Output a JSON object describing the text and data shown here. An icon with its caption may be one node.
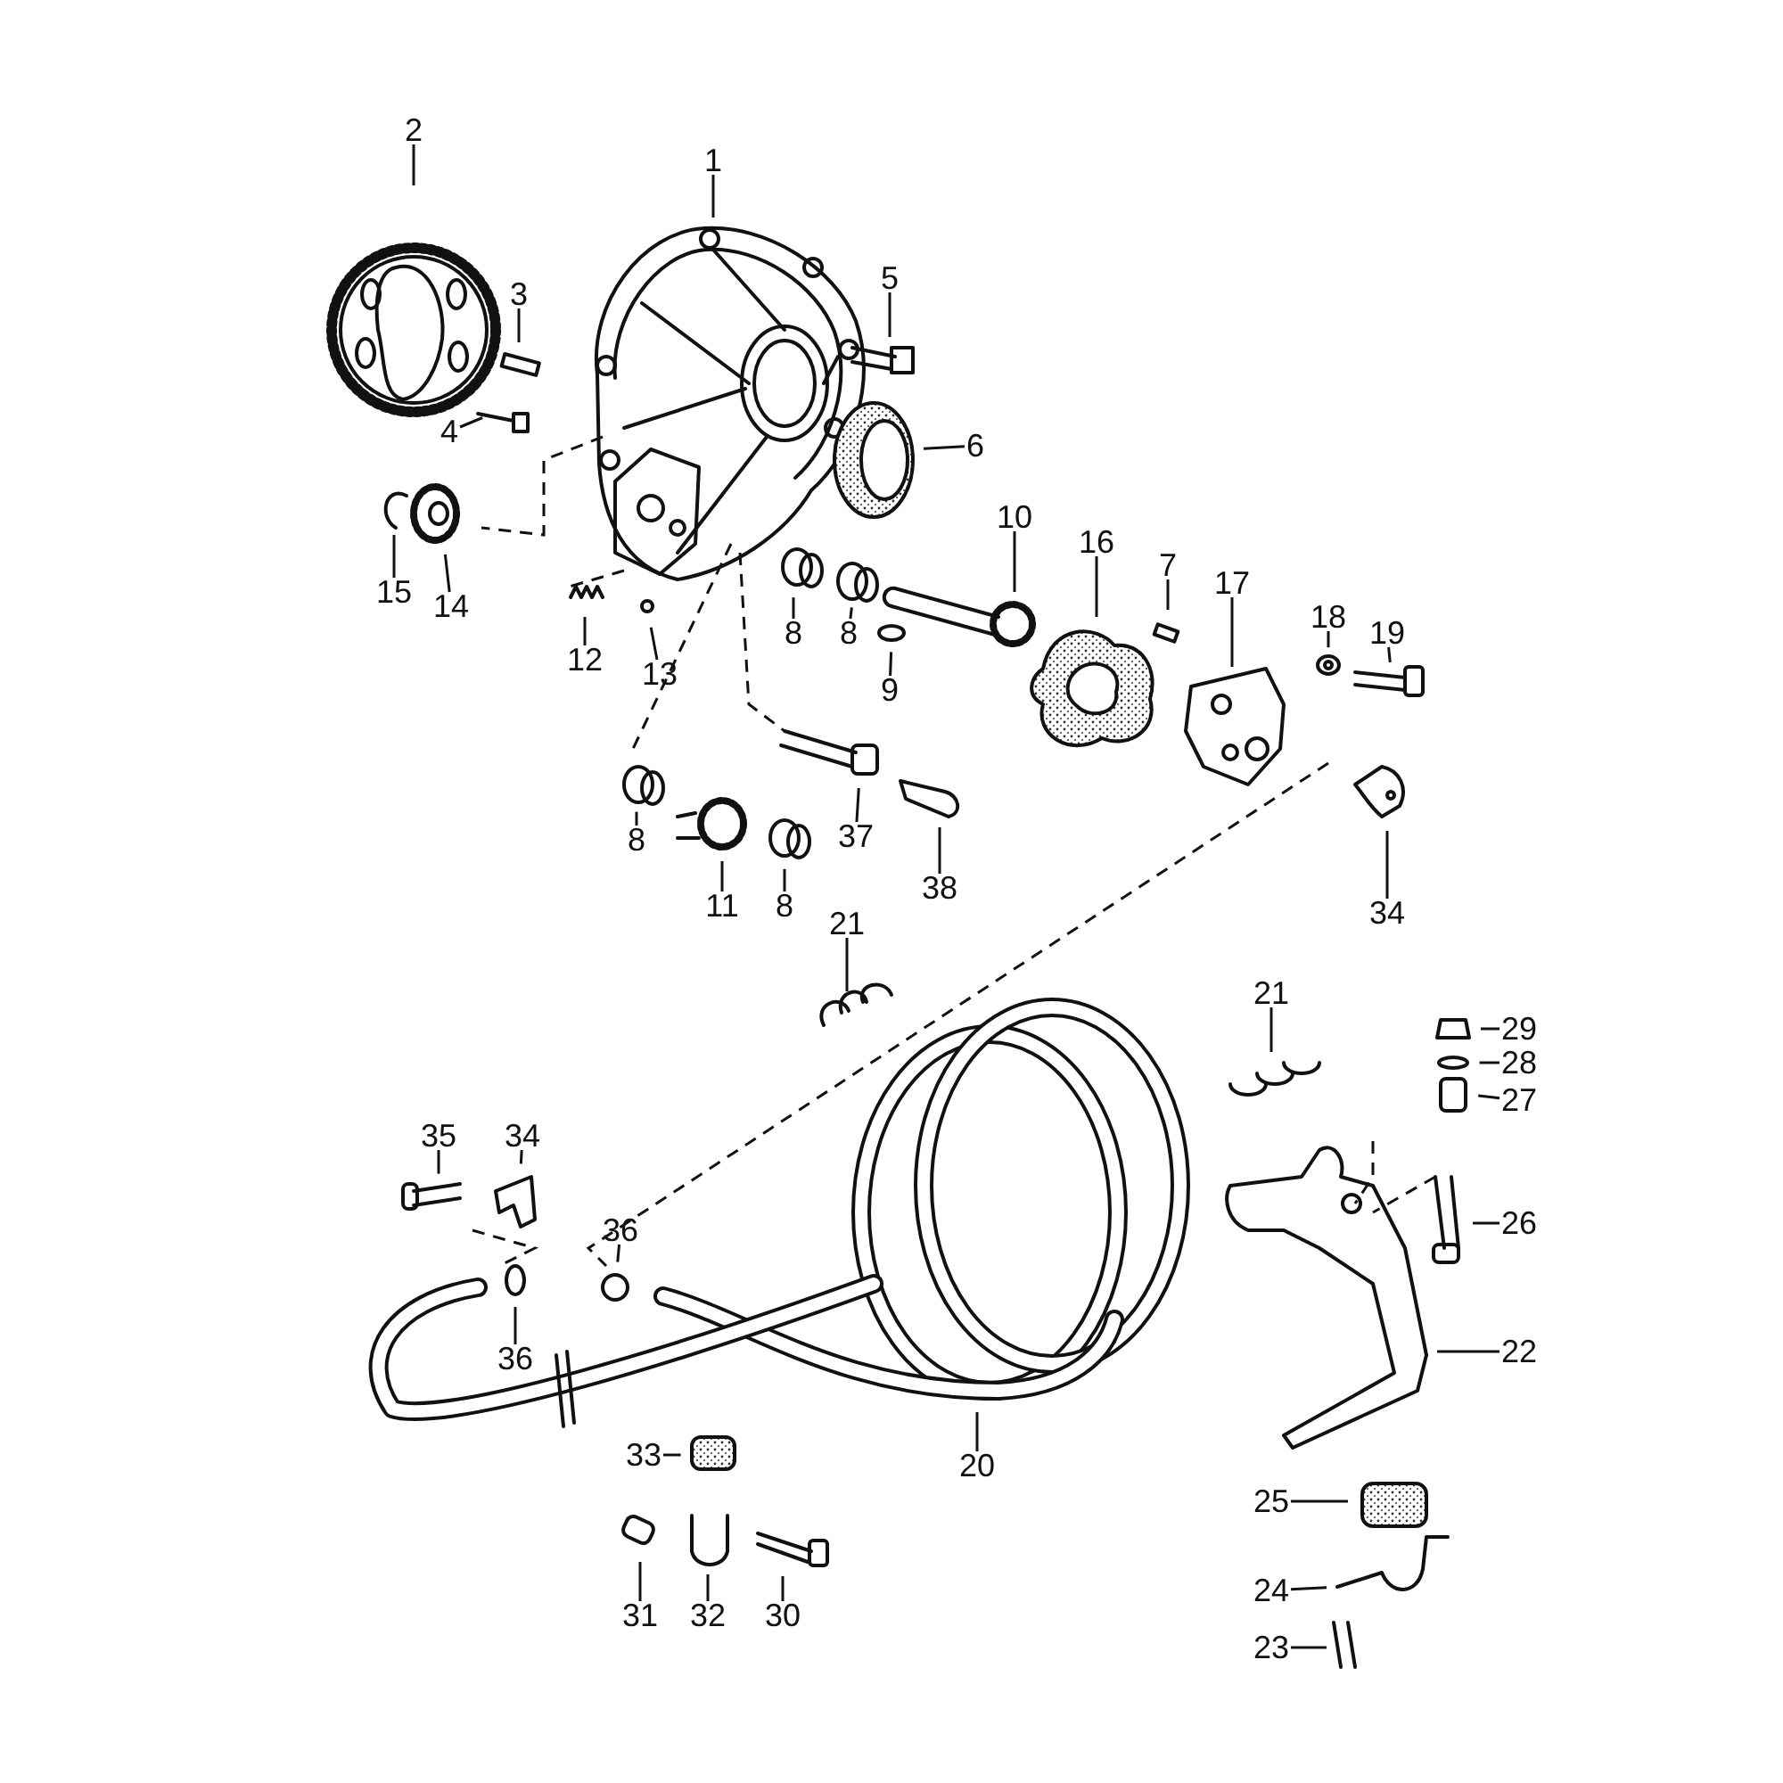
{
  "diagram": {
    "nodes": [
      {
        "text": [
          "2"
        ]
      },
      {
        "text": [
          "1"
        ]
      },
      {
        "text": [
          "5"
        ]
      },
      {
        "text": [
          "3"
        ]
      },
      {
        "text": [
          "4"
        ]
      },
      {
        "text": [
          "6"
        ]
      },
      {
        "text": [
          "10"
        ]
      },
      {
        "text": [
          "16"
        ]
      },
      {
        "text": [
          "7"
        ]
      },
      {
        "text": [
          "17"
        ]
      },
      {
        "text": [
          "18"
        ]
      },
      {
        "text": [
          "19"
        ]
      },
      {
        "text": [
          "15"
        ]
      },
      {
        "text": [
          "14"
        ]
      },
      {
        "text": [
          "12"
        ]
      },
      {
        "text": [
          "13"
        ]
      },
      {
        "text": [
          "8"
        ]
      },
      {
        "text": [
          "8"
        ]
      },
      {
        "text": [
          "9"
        ]
      },
      {
        "text": [
          "8"
        ]
      },
      {
        "text": [
          "37"
        ]
      },
      {
        "text": [
          "11"
        ]
      },
      {
        "text": [
          "8"
        ]
      },
      {
        "text": [
          "38"
        ]
      },
      {
        "text": [
          "34"
        ]
      },
      {
        "text": [
          "21"
        ]
      },
      {
        "text": [
          "21"
        ]
      },
      {
        "text": [
          "29"
        ]
      },
      {
        "text": [
          "28"
        ]
      },
      {
        "text": [
          "27"
        ]
      },
      {
        "text": [
          "35"
        ]
      },
      {
        "text": [
          "34"
        ]
      },
      {
        "text": [
          "26"
        ]
      },
      {
        "text": [
          "36"
        ]
      },
      {
        "text": [
          "36"
        ]
      },
      {
        "text": [
          "22"
        ]
      },
      {
        "text": [
          "20"
        ]
      },
      {
        "text": [
          "33"
        ]
      },
      {
        "text": [
          "25"
        ]
      },
      {
        "text": [
          "24"
        ]
      },
      {
        "text": [
          "30"
        ]
      },
      {
        "text": [
          "31"
        ]
      },
      {
        "text": [
          "32"
        ]
      },
      {
        "text": [
          "23"
        ]
      }
    ],
    "edges": [
      {
        "from": 0,
        "to": null,
        "arrow": "none"
      },
      {
        "from": 1,
        "to": null,
        "arrow": "none"
      },
      {
        "from": 2,
        "to": null,
        "arrow": "none"
      },
      {
        "from": 3,
        "to": null,
        "arrow": "none"
      },
      {
        "from": 4,
        "to": null,
        "arrow": "none"
      },
      {
        "from": 5,
        "to": null,
        "arrow": "none"
      },
      {
        "from": 6,
        "to": null,
        "arrow": "none"
      },
      {
        "from": 7,
        "to": null,
        "arrow": "none"
      },
      {
        "from": 8,
        "to": null,
        "arrow": "none"
      },
      {
        "from": 9,
        "to": null,
        "arrow": "none"
      },
      {
        "from": 10,
        "to": null,
        "arrow": "none"
      },
      {
        "from": 11,
        "to": null,
        "arrow": "none"
      },
      {
        "from": 12,
        "to": null,
        "arrow": "none"
      },
      {
        "from": 13,
        "to": null,
        "arrow": "none"
      },
      {
        "from": 14,
        "to": null,
        "arrow": "none"
      },
      {
        "from": 15,
        "to": null,
        "arrow": "none"
      },
      {
        "from": 16,
        "to": null,
        "arrow": "none"
      },
      {
        "from": 17,
        "to": null,
        "arrow": "none"
      },
      {
        "from": 18,
        "to": null,
        "arrow": "none"
      },
      {
        "from": 19,
        "to": null,
        "arrow": "none"
      },
      {
        "from": 20,
        "to": null,
        "arrow": "none"
      },
      {
        "from": 21,
        "to": null,
        "arrow": "none"
      },
      {
        "from": 22,
        "to": null,
        "arrow": "none"
      },
      {
        "from": 23,
        "to": null,
        "arrow": "none"
      },
      {
        "from": 24,
        "to": null,
        "arrow": "none"
      },
      {
        "from": 25,
        "to": null,
        "arrow": "none"
      },
      {
        "from": 26,
        "to": null,
        "arrow": "none"
      },
      {
        "from": 27,
        "to": null,
        "arrow": "none"
      },
      {
        "from": 28,
        "to": null,
        "arrow": "none"
      },
      {
        "from": 29,
        "to": null,
        "arrow": "none"
      },
      {
        "from": 30,
        "to": null,
        "arrow": "none"
      },
      {
        "from": 31,
        "to": null,
        "arrow": "none"
      },
      {
        "from": 32,
        "to": null,
        "arrow": "none"
      },
      {
        "from": 33,
        "to": null,
        "arrow": "none"
      },
      {
        "from": 34,
        "to": null,
        "arrow": "none"
      },
      {
        "from": 35,
        "to": null,
        "arrow": "none"
      },
      {
        "from": 36,
        "to": null,
        "arrow": "none"
      },
      {
        "from": 37,
        "to": null,
        "arrow": "none"
      },
      {
        "from": 38,
        "to": null,
        "arrow": "none"
      },
      {
        "from": 39,
        "to": null,
        "arrow": "none"
      },
      {
        "from": 40,
        "to": null,
        "arrow": "none"
      },
      {
        "from": 41,
        "to": null,
        "arrow": "none"
      },
      {
        "from": 42,
        "to": null,
        "arrow": "none"
      },
      {
        "from": 43,
        "to": null,
        "arrow": "none"
      }
    ]
  }
}
